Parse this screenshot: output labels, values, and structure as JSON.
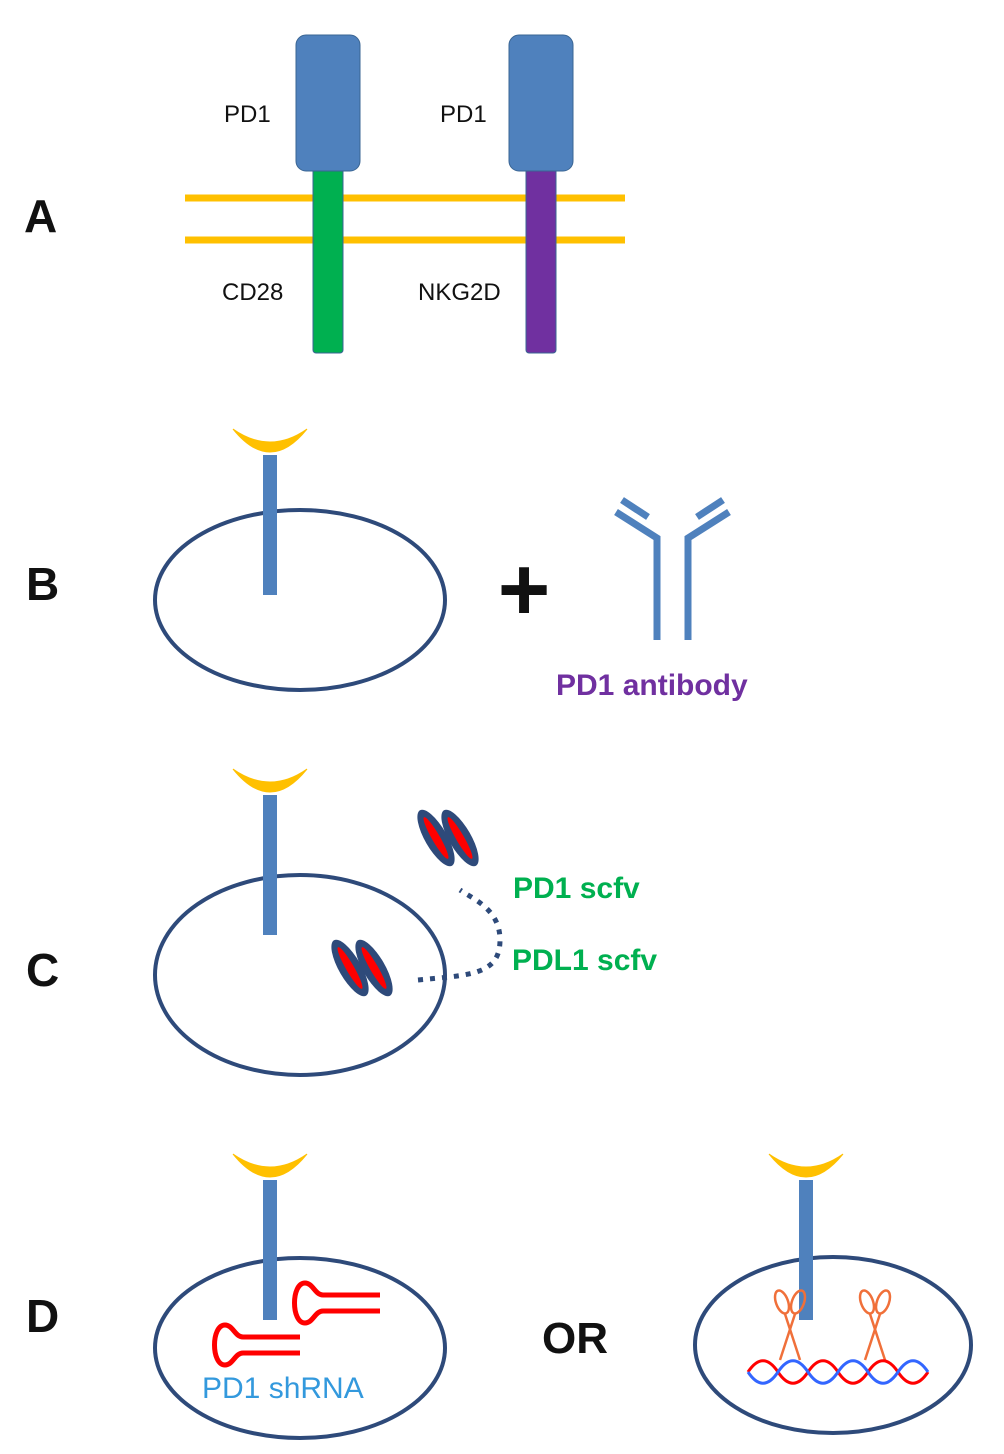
{
  "colors": {
    "membrane": "#FFC000",
    "receptor": "#4F81BD",
    "receptor_dark": "#3A6593",
    "cd28": "#00B050",
    "nkg2d": "#7030A0",
    "cell_outline": "#2E4A7A",
    "ligand": "#FFC000",
    "shrna": "#FF0000",
    "scissors": "#F0703A",
    "dna_red": "#FF0000",
    "dna_blue": "#3366FF",
    "label_purple": "#7030A0",
    "label_green": "#00B050",
    "label_blue": "#3399DD"
  },
  "panels": {
    "a": {
      "letter": "A",
      "left_extracellular": "PD1",
      "right_extracellular": "PD1",
      "left_intracellular": "CD28",
      "right_intracellular": "NKG2D"
    },
    "b": {
      "letter": "B",
      "plus": "+",
      "antibody_label": "PD1 antibody"
    },
    "c": {
      "letter": "C",
      "scfv_label_1": "PD1 scfv",
      "scfv_label_2": "PDL1 scfv"
    },
    "d": {
      "letter": "D",
      "or_label": "OR",
      "shrna_label": "PD1 shRNA"
    }
  }
}
